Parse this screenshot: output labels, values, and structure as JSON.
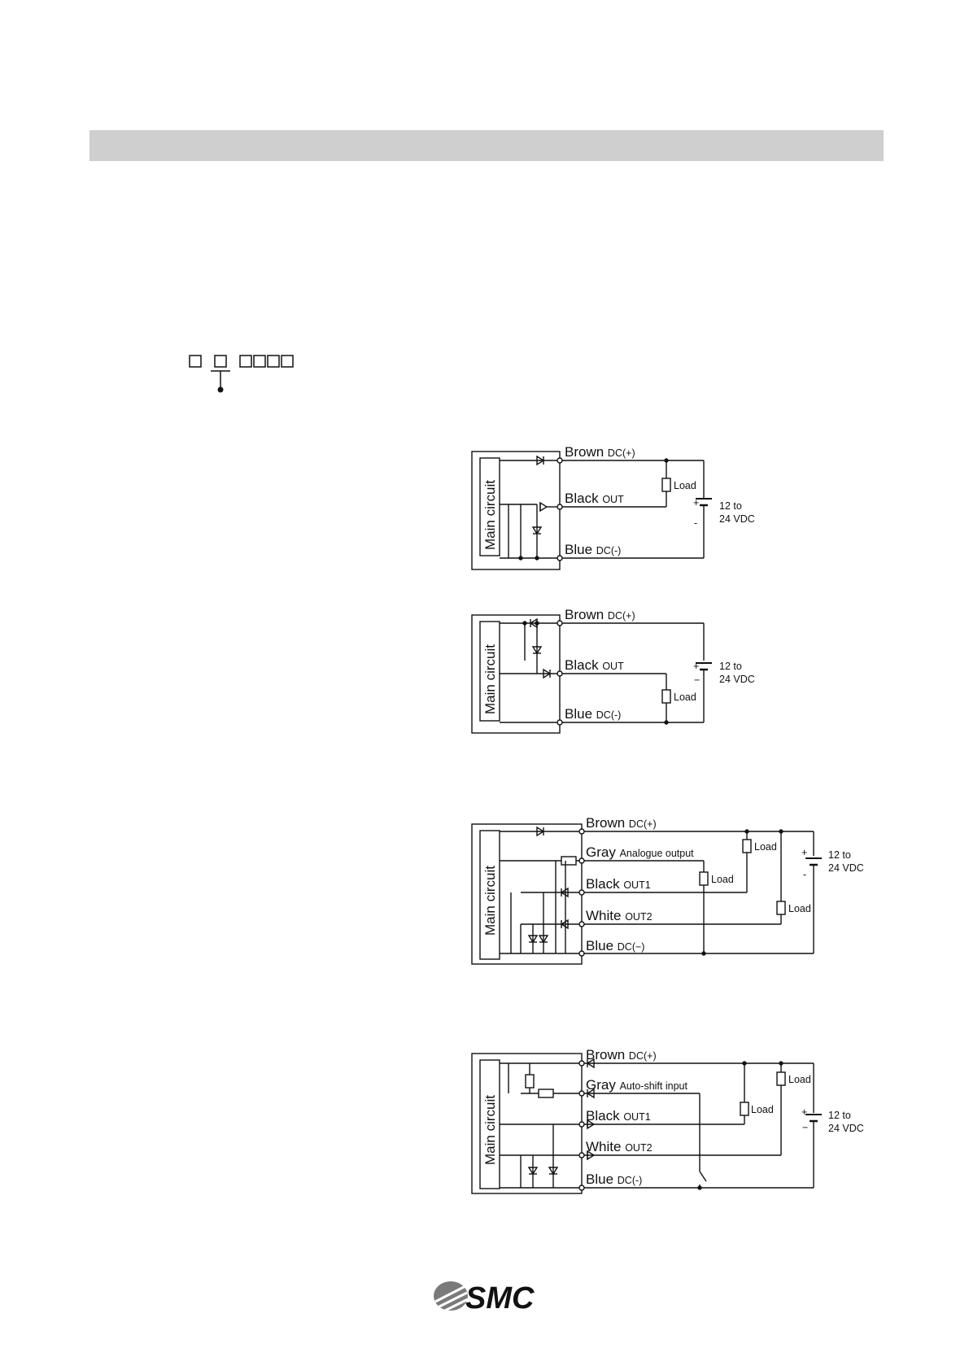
{
  "page": {
    "header_bar_color": "#cfcfcf"
  },
  "logo": {
    "text": "SMC"
  },
  "diagrams": [
    {
      "id": "npn-1",
      "main": "Main circuit",
      "wires": [
        {
          "color": "Brown",
          "signal": "DC(+)"
        },
        {
          "color": "Black",
          "signal": "OUT"
        },
        {
          "color": "Blue",
          "signal": "DC(-)"
        }
      ],
      "load": "Load",
      "plus": "+",
      "minus": "-",
      "supply_line1": "12 to",
      "supply_line2": "24 VDC"
    },
    {
      "id": "pnp-1",
      "main": "Main circuit",
      "wires": [
        {
          "color": "Brown",
          "signal": "DC(+)"
        },
        {
          "color": "Black",
          "signal": "OUT"
        },
        {
          "color": "Blue",
          "signal": "DC(-)"
        }
      ],
      "load": "Load",
      "plus": "+",
      "minus": "−",
      "supply_line1": "12 to",
      "supply_line2": "24 VDC"
    },
    {
      "id": "npn-2-analogue",
      "main": "Main circuit",
      "wires": [
        {
          "color": "Brown",
          "signal": "DC(+)"
        },
        {
          "color": "Gray",
          "signal": "Analogue output"
        },
        {
          "color": "Black",
          "signal": "OUT1"
        },
        {
          "color": "White",
          "signal": "OUT2"
        },
        {
          "color": "Blue",
          "signal": "DC(−)"
        }
      ],
      "load": "Load",
      "plus": "+",
      "minus": "-",
      "supply_line1": "12 to",
      "supply_line2": "24 VDC"
    },
    {
      "id": "npn-2-autoshift",
      "main": "Main circuit",
      "wires": [
        {
          "color": "Brown",
          "signal": "DC(+)"
        },
        {
          "color": "Gray",
          "signal": "Auto-shift input"
        },
        {
          "color": "Black",
          "signal": "OUT1"
        },
        {
          "color": "White",
          "signal": "OUT2"
        },
        {
          "color": "Blue",
          "signal": "DC(-)"
        }
      ],
      "load": "Load",
      "plus": "+",
      "minus": "−",
      "supply_line1": "12 to",
      "supply_line2": "24 VDC"
    }
  ]
}
